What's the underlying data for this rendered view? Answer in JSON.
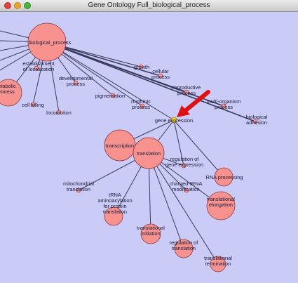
{
  "window": {
    "title": "Gene Ontology Full_biological_process"
  },
  "colors": {
    "background": "#cbcbf7",
    "node_fill": "#f7928f",
    "node_stroke": "#8a3a3a",
    "highlight_node": "#f2e600",
    "edge": "#3a3a5a",
    "arrow": "#e01010"
  },
  "graph": {
    "nodes": [
      {
        "id": "bp",
        "label": [
          "biological_process"
        ]
      },
      {
        "id": "estab",
        "label": [
          "establishment",
          "of localization"
        ]
      },
      {
        "id": "metab",
        "label": [
          "etabolic",
          "rocess"
        ]
      },
      {
        "id": "devel",
        "label": [
          "developmental",
          "process"
        ]
      },
      {
        "id": "cellkill",
        "label": [
          "cell killing"
        ]
      },
      {
        "id": "locom",
        "label": [
          "locomotion"
        ]
      },
      {
        "id": "pigm",
        "label": [
          "pigmentation"
        ]
      },
      {
        "id": "growth",
        "label": [
          "growth"
        ]
      },
      {
        "id": "cellular",
        "label": [
          "cellular",
          "process"
        ]
      },
      {
        "id": "repro",
        "label": [
          "reproductive",
          "process"
        ]
      },
      {
        "id": "rhythm",
        "label": [
          "rhythmic",
          "process"
        ]
      },
      {
        "id": "multi",
        "label": [
          "multi-organism",
          "process"
        ]
      },
      {
        "id": "bioadh",
        "label": [
          "biological",
          "adhesion"
        ]
      },
      {
        "id": "geneexp",
        "label": [
          "gene expression"
        ]
      },
      {
        "id": "transcr",
        "label": [
          "transcription"
        ]
      },
      {
        "id": "transl",
        "label": [
          "translation"
        ]
      },
      {
        "id": "regge",
        "label": [
          "regulation of",
          "gene expression"
        ]
      },
      {
        "id": "rnaproc",
        "label": [
          "RNA processing"
        ]
      },
      {
        "id": "mito",
        "label": [
          "mitochondrial",
          "translation"
        ]
      },
      {
        "id": "charged",
        "label": [
          "charged-tRNA",
          "modification"
        ]
      },
      {
        "id": "elong",
        "label": [
          "translational",
          "elongation"
        ]
      },
      {
        "id": "trna",
        "label": [
          "tRNA",
          "aminoacylation",
          "for protein",
          "translation"
        ]
      },
      {
        "id": "init",
        "label": [
          "translational",
          "initiation"
        ]
      },
      {
        "id": "regtr",
        "label": [
          "regulation of",
          "translation"
        ]
      },
      {
        "id": "term",
        "label": [
          "translational",
          "termination"
        ]
      }
    ]
  }
}
